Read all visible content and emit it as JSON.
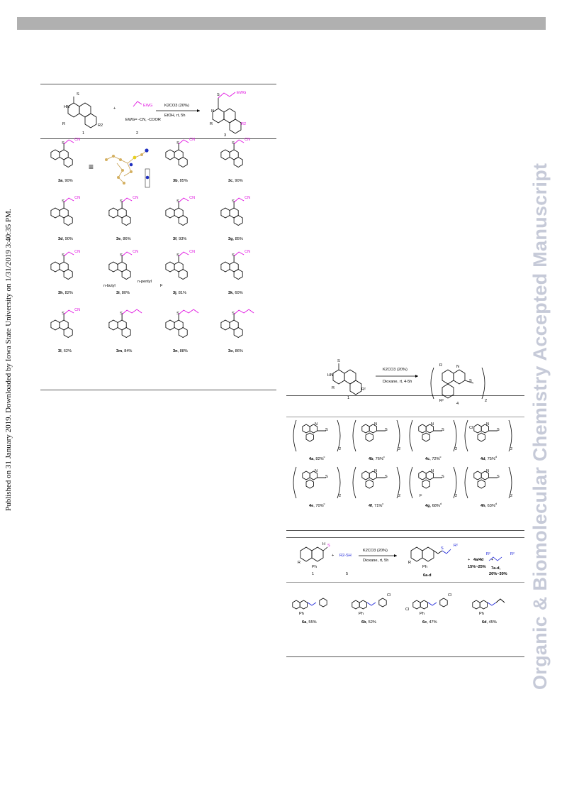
{
  "side_note": "Published on 31 January 2019. Downloaded by Iowa State University on 1/31/2019 3:40:35 PM.",
  "watermark": "Organic & Biomolecular Chemistry Accepted Manuscript",
  "scheme1": {
    "reactant1_label": "1",
    "reactant2_label": "2",
    "product_label": "3",
    "plus": "+",
    "substituent_ewg": "EWG",
    "substituent_r": "R",
    "substituent_r2": "R2",
    "ewg_definition": "EWG= -CN, -COOR",
    "reagent": "K2CO3 (20%)",
    "condition": "EtOH, rt, 5h",
    "equiv_sign": "≡",
    "products": [
      {
        "id": "3a",
        "yield": "90%",
        "sub": "CN"
      },
      {
        "id": "3b",
        "yield": "85%",
        "sub": "CN"
      },
      {
        "id": "3c",
        "yield": "90%",
        "sub": "CN"
      },
      {
        "id": "3d",
        "yield": "90%",
        "sub": "CN"
      },
      {
        "id": "3e",
        "yield": "86%",
        "sub": "CN"
      },
      {
        "id": "3f",
        "yield": "93%",
        "sub": "CN"
      },
      {
        "id": "3g",
        "yield": "85%",
        "sub": "CN"
      },
      {
        "id": "3h",
        "yield": "82%",
        "sub": "CN"
      },
      {
        "id": "3i",
        "yield": "80%",
        "sub": "CN",
        "extra1": "n-butyl",
        "extra2": "n-pentyl"
      },
      {
        "id": "3j",
        "yield": "81%",
        "sub": "CN",
        "extra1": "F"
      },
      {
        "id": "3k",
        "yield": "60%",
        "sub": "CN"
      },
      {
        "id": "3l",
        "yield": "62%",
        "sub": "CN"
      },
      {
        "id": "3m",
        "yield": "84%"
      },
      {
        "id": "3n",
        "yield": "88%"
      },
      {
        "id": "3o",
        "yield": "86%"
      }
    ]
  },
  "scheme2": {
    "reactant_label": "1",
    "product_label": "4",
    "reagent": "K2CO3 (20%)",
    "condition": "Dioxane, rt, 4-5h",
    "subscript": "2",
    "products": [
      {
        "id": "4a",
        "yield": "82%",
        "note": "c"
      },
      {
        "id": "4b",
        "yield": "76%",
        "note": "c"
      },
      {
        "id": "4c",
        "yield": "72%",
        "note": "c"
      },
      {
        "id": "4d",
        "yield": "75%",
        "note": "d"
      },
      {
        "id": "4e",
        "yield": "70%",
        "note": "c"
      },
      {
        "id": "4f",
        "yield": "71%",
        "note": "c"
      },
      {
        "id": "4g",
        "yield": "68%",
        "note": "d"
      },
      {
        "id": "4h",
        "yield": "63%",
        "note": "d"
      }
    ],
    "chloro": "Cl",
    "fluoro": "F"
  },
  "scheme3": {
    "reactant1_label": "1",
    "reactant2": "R2-SH",
    "reactant2_label": "5",
    "reagent": "K2CO3 (20%)",
    "condition": "Dioxane, rt, 5h",
    "product_label": "6a-d",
    "side_product1": "4a/4d",
    "side_yield1": "15%~25%",
    "side_product2_label": "7a-d,",
    "side_yield2": "20%~30%",
    "ph": "Ph",
    "cl": "Cl",
    "products": [
      {
        "id": "6a",
        "yield": "55%"
      },
      {
        "id": "6b",
        "yield": "52%"
      },
      {
        "id": "6c",
        "yield": "47%"
      },
      {
        "id": "6d",
        "yield": "45%"
      }
    ]
  },
  "colors": {
    "magenta": "#e010e0",
    "blue": "#1a22d8",
    "watermark": "#c6cad8",
    "bar": "#b0b0b0"
  }
}
